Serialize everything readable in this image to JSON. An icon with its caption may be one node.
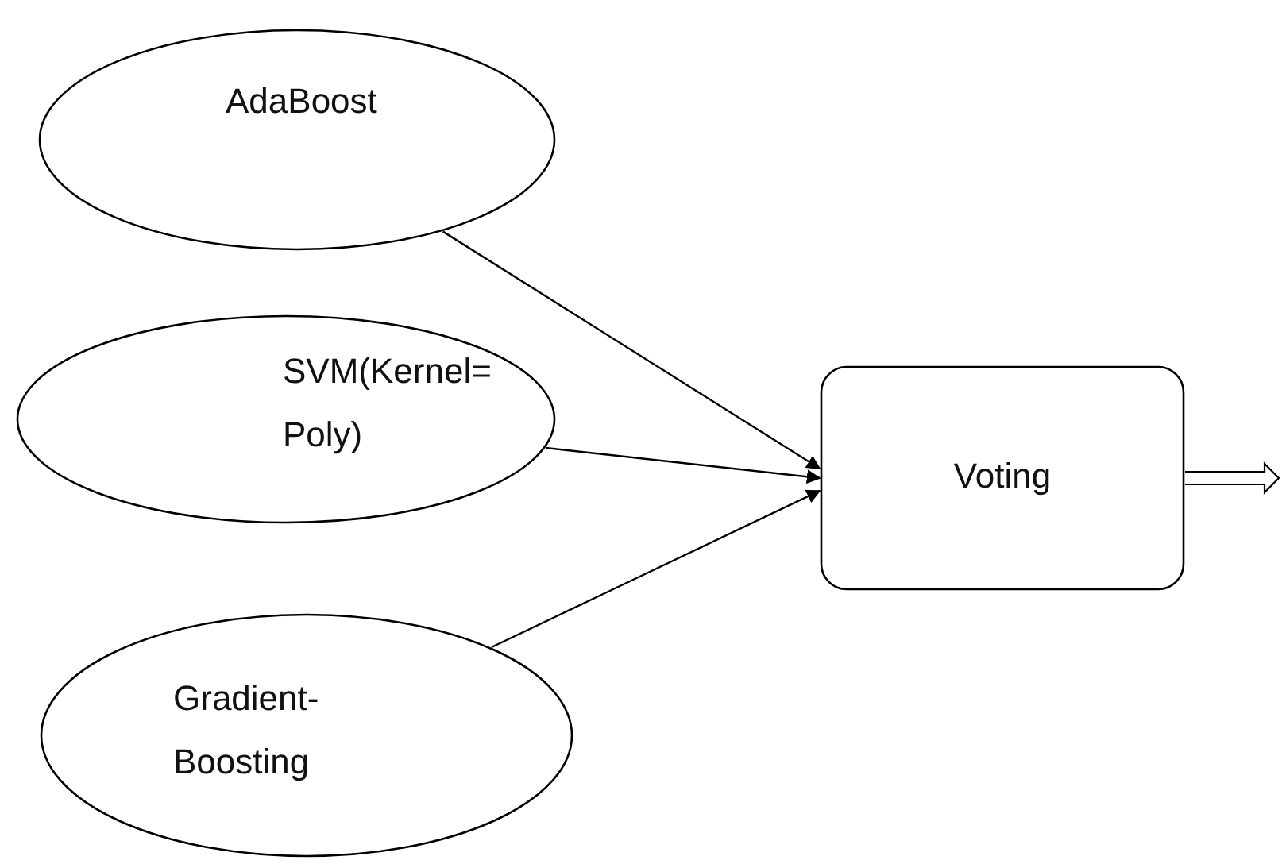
{
  "diagram": {
    "nodes": [
      {
        "text": [
          "AdaBoost"
        ]
      },
      {
        "text": [
          "SVM(Kernel= Poly)"
        ]
      },
      {
        "text": [
          "Gradient- Boosting"
        ]
      },
      {
        "text": [
          "Voting"
        ]
      }
    ],
    "edges": [
      {
        "from": 0,
        "to": 3,
        "arrow": "to"
      },
      {
        "from": 1,
        "to": 3,
        "arrow": "to"
      },
      {
        "from": 2,
        "to": 3,
        "arrow": "to"
      },
      {
        "from": 3,
        "to": null,
        "arrow": "to",
        "style": "thick"
      }
    ]
  }
}
